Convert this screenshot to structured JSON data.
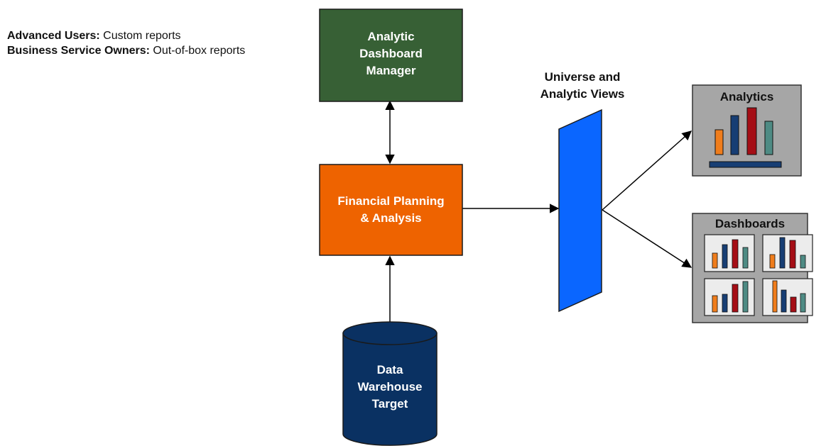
{
  "legend": {
    "line1_bold": "Advanced Users:",
    "line1_text": " Custom reports",
    "line2_bold": "Business Service Owners:",
    "line2_text": " Out-of-box reports"
  },
  "nodes": {
    "analytic_dashboard_manager": [
      "Analytic",
      "Dashboard",
      "Manager"
    ],
    "financial_planning": [
      "Financial Planning",
      "& Analysis"
    ],
    "data_warehouse": [
      "Data",
      "Warehouse",
      "Target"
    ],
    "universe_views": [
      "Universe and",
      "Analytic Views"
    ],
    "analytics": "Analytics",
    "dashboards": "Dashboards"
  },
  "colors": {
    "manager_fill": "#376035",
    "fpa_fill": "#ee6300",
    "warehouse_fill": "#0a3162",
    "universe_fill": "#0a66ff",
    "panel_fill": "#a6a6a6",
    "bar_orange": "#f07d1c",
    "bar_navy": "#173e74",
    "bar_red": "#a50e16",
    "bar_teal": "#4e8b84"
  }
}
